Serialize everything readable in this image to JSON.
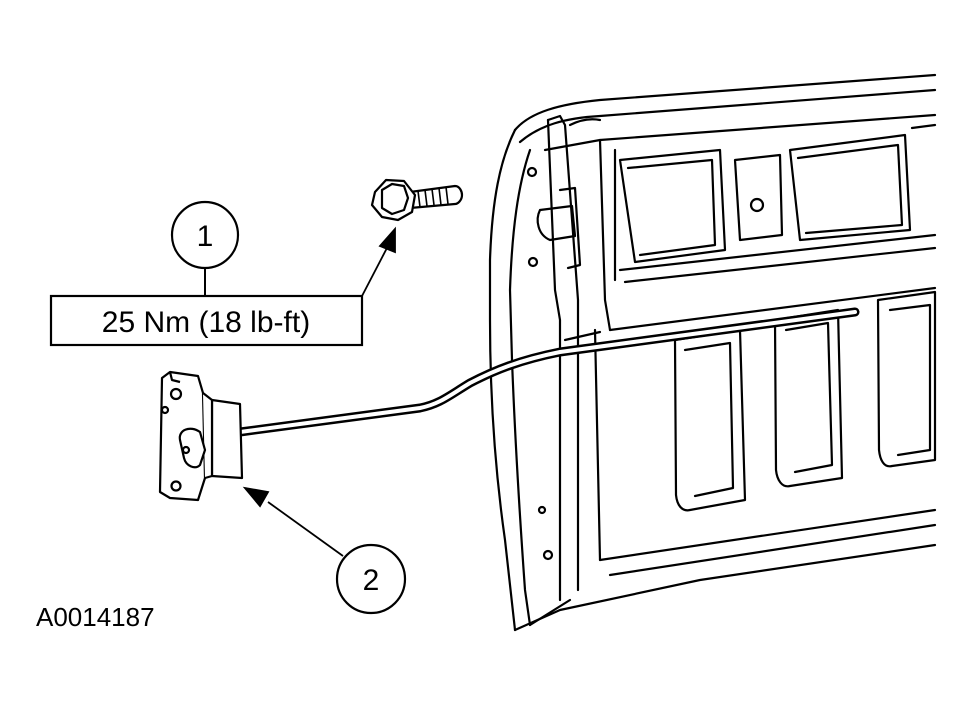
{
  "callouts": [
    {
      "number": "1",
      "torque_spec": "25 Nm (18 lb-ft)",
      "part": "bolt"
    },
    {
      "number": "2",
      "part": "latch-with-rod"
    }
  ],
  "figure_id": "A0014187",
  "colors": {
    "ink": "#000000",
    "paper": "#ffffff"
  }
}
